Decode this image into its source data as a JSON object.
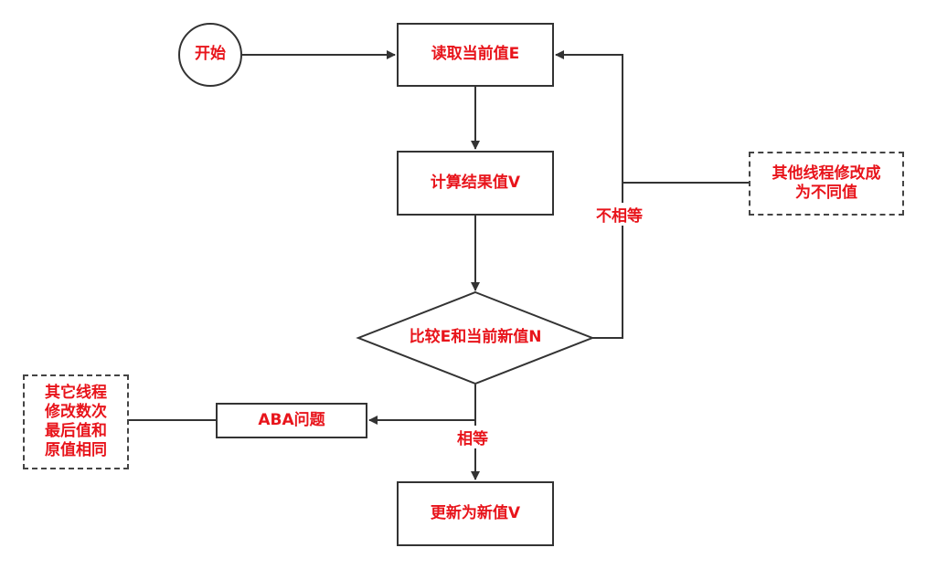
{
  "colors": {
    "text": "#e8141b",
    "stroke": "#333333"
  },
  "nodes": {
    "start": "开始",
    "read": "读取当前值E",
    "compute": "计算结果值V",
    "compare": "比较E和当前新值N",
    "aba": "ABA问题",
    "update": "更新为新值V",
    "note_right": [
      "其他线程修改成",
      "为不同值"
    ],
    "note_left": [
      "其它线程",
      "修改数次",
      "最后值和",
      "原值相同"
    ]
  },
  "edges": {
    "not_equal": "不相等",
    "equal": "相等"
  }
}
